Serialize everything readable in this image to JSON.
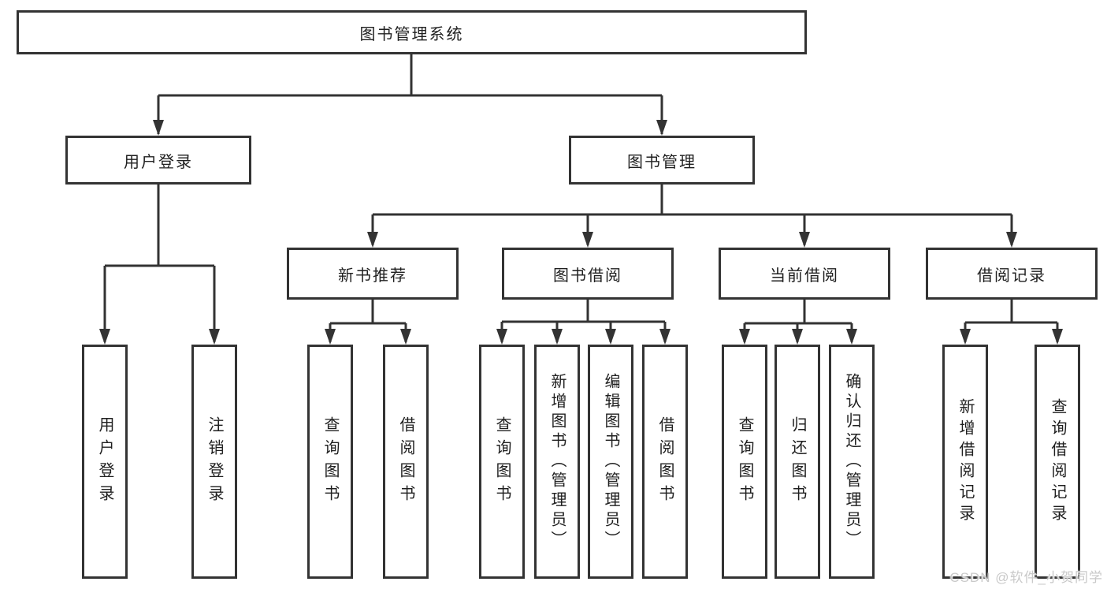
{
  "tree": {
    "label": "图书管理系统",
    "children": [
      {
        "label": "用户登录",
        "children": [
          {
            "label": "用户登录"
          },
          {
            "label": "注销登录"
          }
        ]
      },
      {
        "label": "图书管理",
        "children": [
          {
            "label": "新书推荐",
            "children": [
              {
                "label": "查询图书"
              },
              {
                "label": "借阅图书"
              }
            ]
          },
          {
            "label": "图书借阅",
            "children": [
              {
                "label": "查询图书"
              },
              {
                "label": "新增图书（管理员）"
              },
              {
                "label": "编辑图书（管理员）"
              },
              {
                "label": "借阅图书"
              }
            ]
          },
          {
            "label": "当前借阅",
            "children": [
              {
                "label": "查询图书"
              },
              {
                "label": "归还图书"
              },
              {
                "label": "确认归还（管理员）"
              }
            ]
          },
          {
            "label": "借阅记录",
            "children": [
              {
                "label": "新增借阅记录"
              },
              {
                "label": "查询借阅记录"
              }
            ]
          }
        ]
      }
    ]
  },
  "watermark": "CSDN @软件_小贺同学",
  "colors": {
    "line-color": "#333333",
    "box-border": "#333333",
    "text-color": "#1f1f1f",
    "watermark-color": "#c9c9c9",
    "bg-color": "#ffffff"
  }
}
